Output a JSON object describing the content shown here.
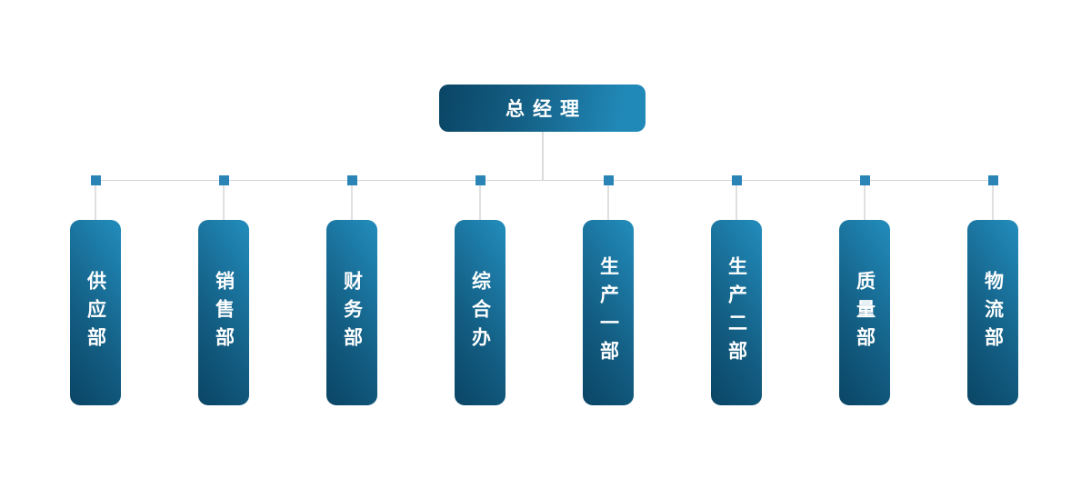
{
  "title": {
    "label": "总经理"
  },
  "departments": [
    {
      "label": "供应部"
    },
    {
      "label": "销售部"
    },
    {
      "label": "财务部"
    },
    {
      "label": "综合办"
    },
    {
      "label": "生产一部"
    },
    {
      "label": "生产二部"
    },
    {
      "label": "质量部"
    },
    {
      "label": "物流部"
    }
  ],
  "colors": {
    "background": "#ffffff",
    "box_gradient_dark": "#0a4565",
    "box_gradient_light": "#2189b8",
    "junction_square": "#2b84b6",
    "connector_line": "#dcdcdc",
    "text": "#ffffff"
  }
}
